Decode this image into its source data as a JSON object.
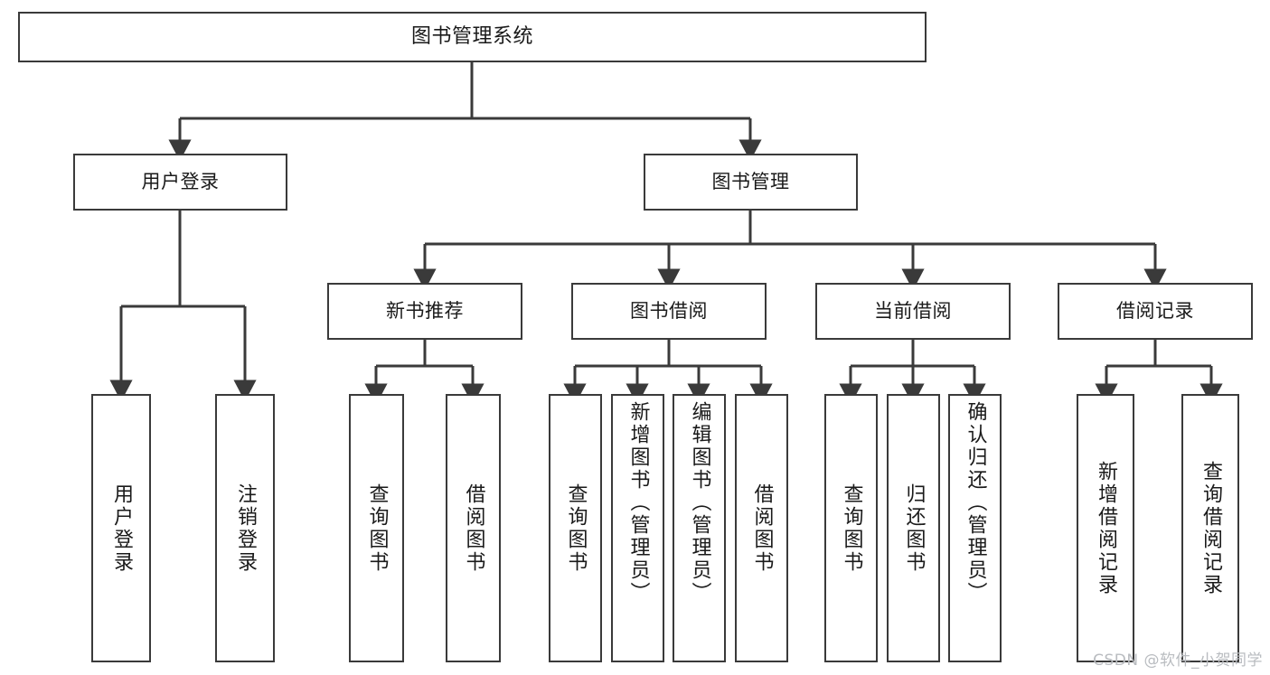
{
  "diagram": {
    "type": "tree-hierarchy",
    "title": "图书管理系统",
    "watermark": "CSDN @软件_小贺同学",
    "colors": {
      "node_border": "#3a3a3a",
      "node_fill": "#ffffff",
      "edge": "#3a3a3a",
      "text": "#1a1a1a",
      "watermark": "#b9bcc0",
      "background": "#ffffff"
    },
    "levels": {
      "level0": [
        {
          "id": "root",
          "label": "图书管理系统",
          "orientation": "horizontal"
        }
      ],
      "level1": [
        {
          "id": "user-login",
          "label": "用户登录",
          "orientation": "horizontal"
        },
        {
          "id": "book-manage",
          "label": "图书管理",
          "orientation": "horizontal"
        }
      ],
      "level2": [
        {
          "id": "new-book-rec",
          "label": "新书推荐",
          "orientation": "horizontal"
        },
        {
          "id": "book-borrow",
          "label": "图书借阅",
          "orientation": "horizontal"
        },
        {
          "id": "current-borrow",
          "label": "当前借阅",
          "orientation": "horizontal"
        },
        {
          "id": "borrow-record",
          "label": "借阅记录",
          "orientation": "horizontal"
        }
      ],
      "level3": [
        {
          "id": "leaf-user-login",
          "label": "用户登录",
          "parent": "user-login",
          "orientation": "vertical"
        },
        {
          "id": "leaf-user-logout",
          "label": "注销登录",
          "parent": "user-login",
          "orientation": "vertical"
        },
        {
          "id": "leaf-query-book-1",
          "label": "查询图书",
          "parent": "new-book-rec",
          "orientation": "vertical"
        },
        {
          "id": "leaf-borrow-book-1",
          "label": "借阅图书",
          "parent": "new-book-rec",
          "orientation": "vertical"
        },
        {
          "id": "leaf-query-book-2",
          "label": "查询图书",
          "parent": "book-borrow",
          "orientation": "vertical"
        },
        {
          "id": "leaf-add-book",
          "label": "新增图书（管理员）",
          "parent": "book-borrow",
          "orientation": "vertical"
        },
        {
          "id": "leaf-edit-book",
          "label": "编辑图书（管理员）",
          "parent": "book-borrow",
          "orientation": "vertical"
        },
        {
          "id": "leaf-borrow-book-2",
          "label": "借阅图书",
          "parent": "book-borrow",
          "orientation": "vertical"
        },
        {
          "id": "leaf-query-book-3",
          "label": "查询图书",
          "parent": "current-borrow",
          "orientation": "vertical"
        },
        {
          "id": "leaf-return-book",
          "label": "归还图书",
          "parent": "current-borrow",
          "orientation": "vertical"
        },
        {
          "id": "leaf-confirm-return",
          "label": "确认归还（管理员）",
          "parent": "current-borrow",
          "orientation": "vertical"
        },
        {
          "id": "leaf-add-record",
          "label": "新增借阅记录",
          "parent": "borrow-record",
          "orientation": "vertical"
        },
        {
          "id": "leaf-query-record",
          "label": "查询借阅记录",
          "parent": "borrow-record",
          "orientation": "vertical"
        }
      ]
    },
    "edges": [
      {
        "from": "root",
        "to": "user-login"
      },
      {
        "from": "root",
        "to": "book-manage"
      },
      {
        "from": "user-login",
        "to": "leaf-user-login"
      },
      {
        "from": "user-login",
        "to": "leaf-user-logout"
      },
      {
        "from": "book-manage",
        "to": "new-book-rec"
      },
      {
        "from": "book-manage",
        "to": "book-borrow"
      },
      {
        "from": "book-manage",
        "to": "current-borrow"
      },
      {
        "from": "book-manage",
        "to": "borrow-record"
      },
      {
        "from": "new-book-rec",
        "to": "leaf-query-book-1"
      },
      {
        "from": "new-book-rec",
        "to": "leaf-borrow-book-1"
      },
      {
        "from": "book-borrow",
        "to": "leaf-query-book-2"
      },
      {
        "from": "book-borrow",
        "to": "leaf-add-book"
      },
      {
        "from": "book-borrow",
        "to": "leaf-edit-book"
      },
      {
        "from": "book-borrow",
        "to": "leaf-borrow-book-2"
      },
      {
        "from": "current-borrow",
        "to": "leaf-query-book-3"
      },
      {
        "from": "current-borrow",
        "to": "leaf-return-book"
      },
      {
        "from": "current-borrow",
        "to": "leaf-confirm-return"
      },
      {
        "from": "borrow-record",
        "to": "leaf-add-record"
      },
      {
        "from": "borrow-record",
        "to": "leaf-query-record"
      }
    ]
  }
}
